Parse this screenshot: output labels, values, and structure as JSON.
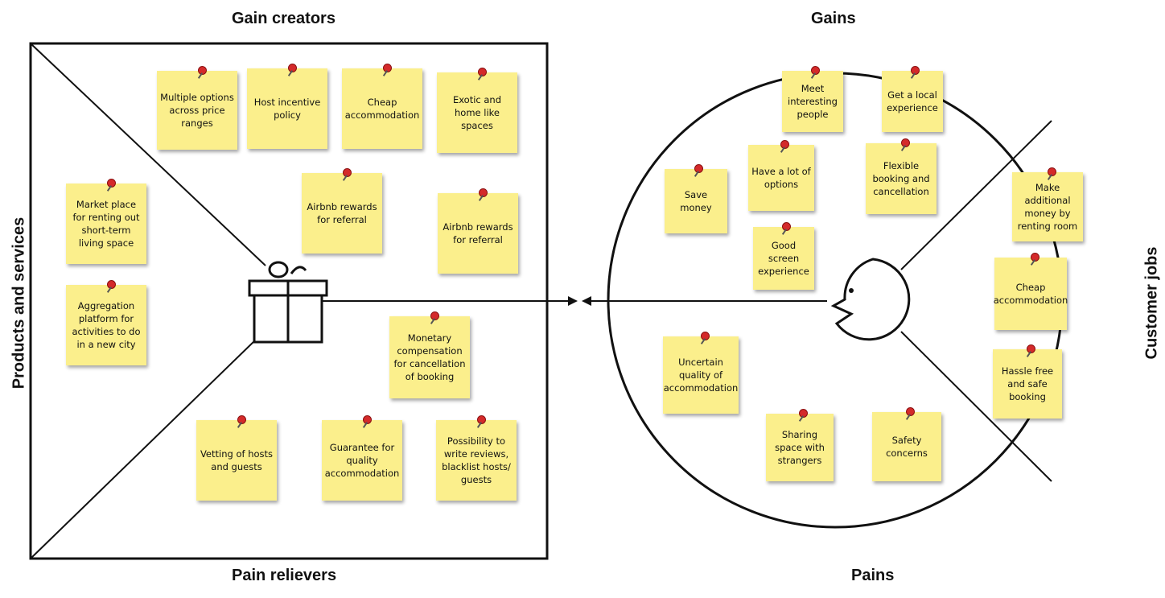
{
  "titles": {
    "gain_creators": "Gain creators",
    "pain_relievers": "Pain relievers",
    "products_services": "Products and services",
    "gains": "Gains",
    "pains": "Pains",
    "customer_jobs": "Customer jobs"
  },
  "notes": {
    "gc1": "Multiple options across price ranges",
    "gc2": "Host incentive policy",
    "gc3": "Cheap accommodation",
    "gc4": "Exotic and home like spaces",
    "gc5": "Airbnb rewards for referral",
    "gc6": "Airbnb rewards for referral",
    "ps1": "Market place for renting out short-term living space",
    "ps2": "Aggregation platform for activities to do in a new city",
    "pr1": "Monetary compensation for cancellation of booking",
    "pr2": "Vetting of hosts and guests",
    "pr3": "Guarantee for quality accommodation",
    "pr4": "Possibility to write reviews, blacklist hosts/ guests",
    "g1": "Meet interesting people",
    "g2": "Get a local experience",
    "g3": "Have a lot of options",
    "g4": "Flexible booking and cancellation",
    "g5": "Save money",
    "g6": "Good screen experience",
    "cj1": "Make additional money by renting room",
    "cj2": "Cheap accommodation",
    "cj3": "Hassle free and safe booking",
    "p1": "Uncertain quality of accommodation",
    "p2": "Sharing space with strangers",
    "p3": "Safety concerns"
  },
  "colors": {
    "note": "#fbef8c",
    "pin": "#d42a2a",
    "line": "#111111"
  }
}
